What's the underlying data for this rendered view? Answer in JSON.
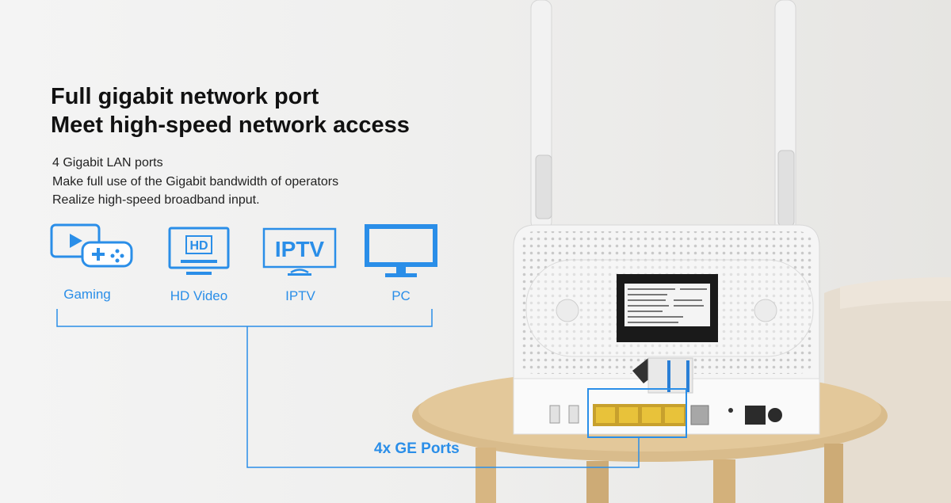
{
  "headline": {
    "line1": "Full gigabit network port",
    "line2": "Meet high-speed network access"
  },
  "subtext": [
    "4 Gigabit LAN ports",
    "Make full use of the Gigabit bandwidth of operators",
    "Realize high-speed broadband input."
  ],
  "features": [
    {
      "label": "Gaming",
      "icon": "gaming-icon"
    },
    {
      "label": "HD Video",
      "icon": "hd-tv-icon",
      "icon_text": "HD"
    },
    {
      "label": "IPTV",
      "icon": "iptv-icon",
      "icon_text": "IPTV"
    },
    {
      "label": "PC",
      "icon": "pc-monitor-icon"
    }
  ],
  "ports_label": "4x GE Ports",
  "colors": {
    "accent": "#2a8ee8",
    "headline": "#111111",
    "port_yellow": "#e8c23a"
  }
}
